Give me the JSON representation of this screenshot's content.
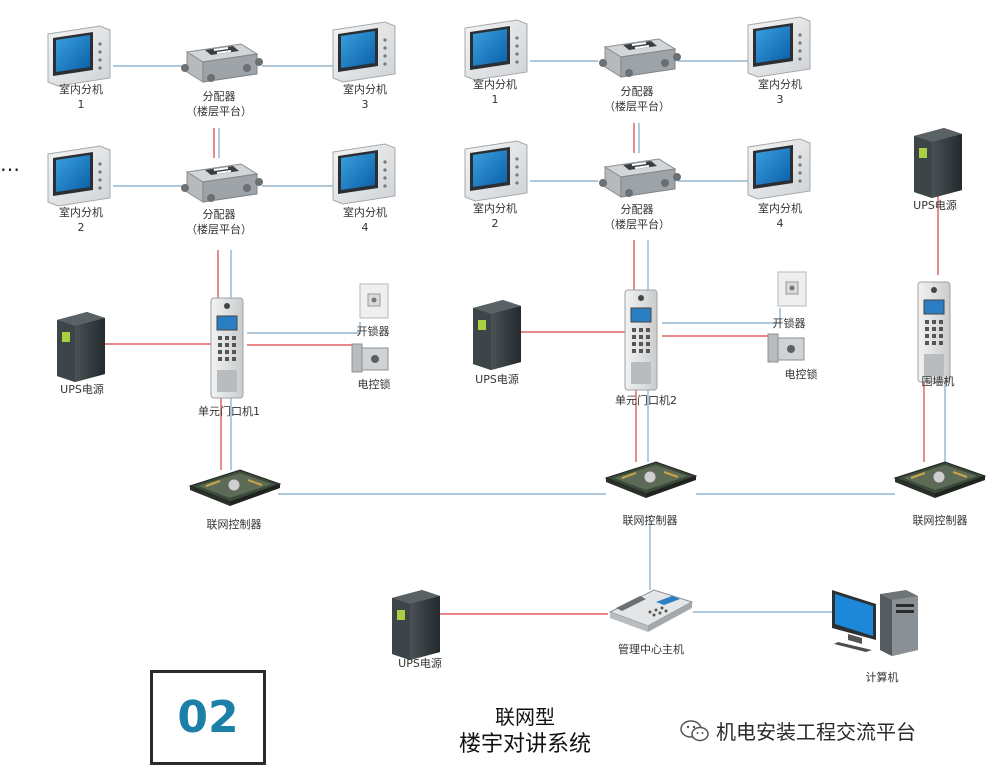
{
  "ellipsis": "…",
  "labels": {
    "indoor_l1": "室内分机\n1",
    "indoor_l2": "室内分机\n2",
    "indoor_l3": "室内分机\n3",
    "indoor_l4": "室内分机\n4",
    "splitter_l_top": "分配器\n（楼层平台）",
    "splitter_l_mid": "分配器\n（楼层平台）",
    "indoor_m1": "室内分机\n1",
    "indoor_m2": "室内分机\n2",
    "indoor_m3": "室内分机\n3",
    "indoor_m4": "室内分机\n4",
    "splitter_m_top": "分配器\n（楼层平台）",
    "splitter_m_mid": "分配器\n（楼层平台）",
    "ups_left": "UPS电源",
    "ups_mid": "UPS电源",
    "ups_right": "UPS电源",
    "ups_bottom": "UPS电源",
    "unlock_left": "开锁器",
    "elock_left": "电控锁",
    "unlock_mid": "开锁器",
    "elock_mid": "电控锁",
    "door_unit1": "单元门口机1",
    "door_unit2": "单元门口机2",
    "wall_unit": "围墙机",
    "ctrl_left": "联网控制器",
    "ctrl_mid": "联网控制器",
    "ctrl_right": "联网控制器",
    "mgmt_host": "管理中心主机",
    "computer": "计算机"
  },
  "badge": "02",
  "caption": {
    "line1": "联网型",
    "line2": "楼宇对讲系统"
  },
  "watermark": "机电安装工程交流平台",
  "colors": {
    "power_line": "#d94040",
    "signal_line": "#7fa8c8",
    "badge_number": "#1b7fa8"
  }
}
